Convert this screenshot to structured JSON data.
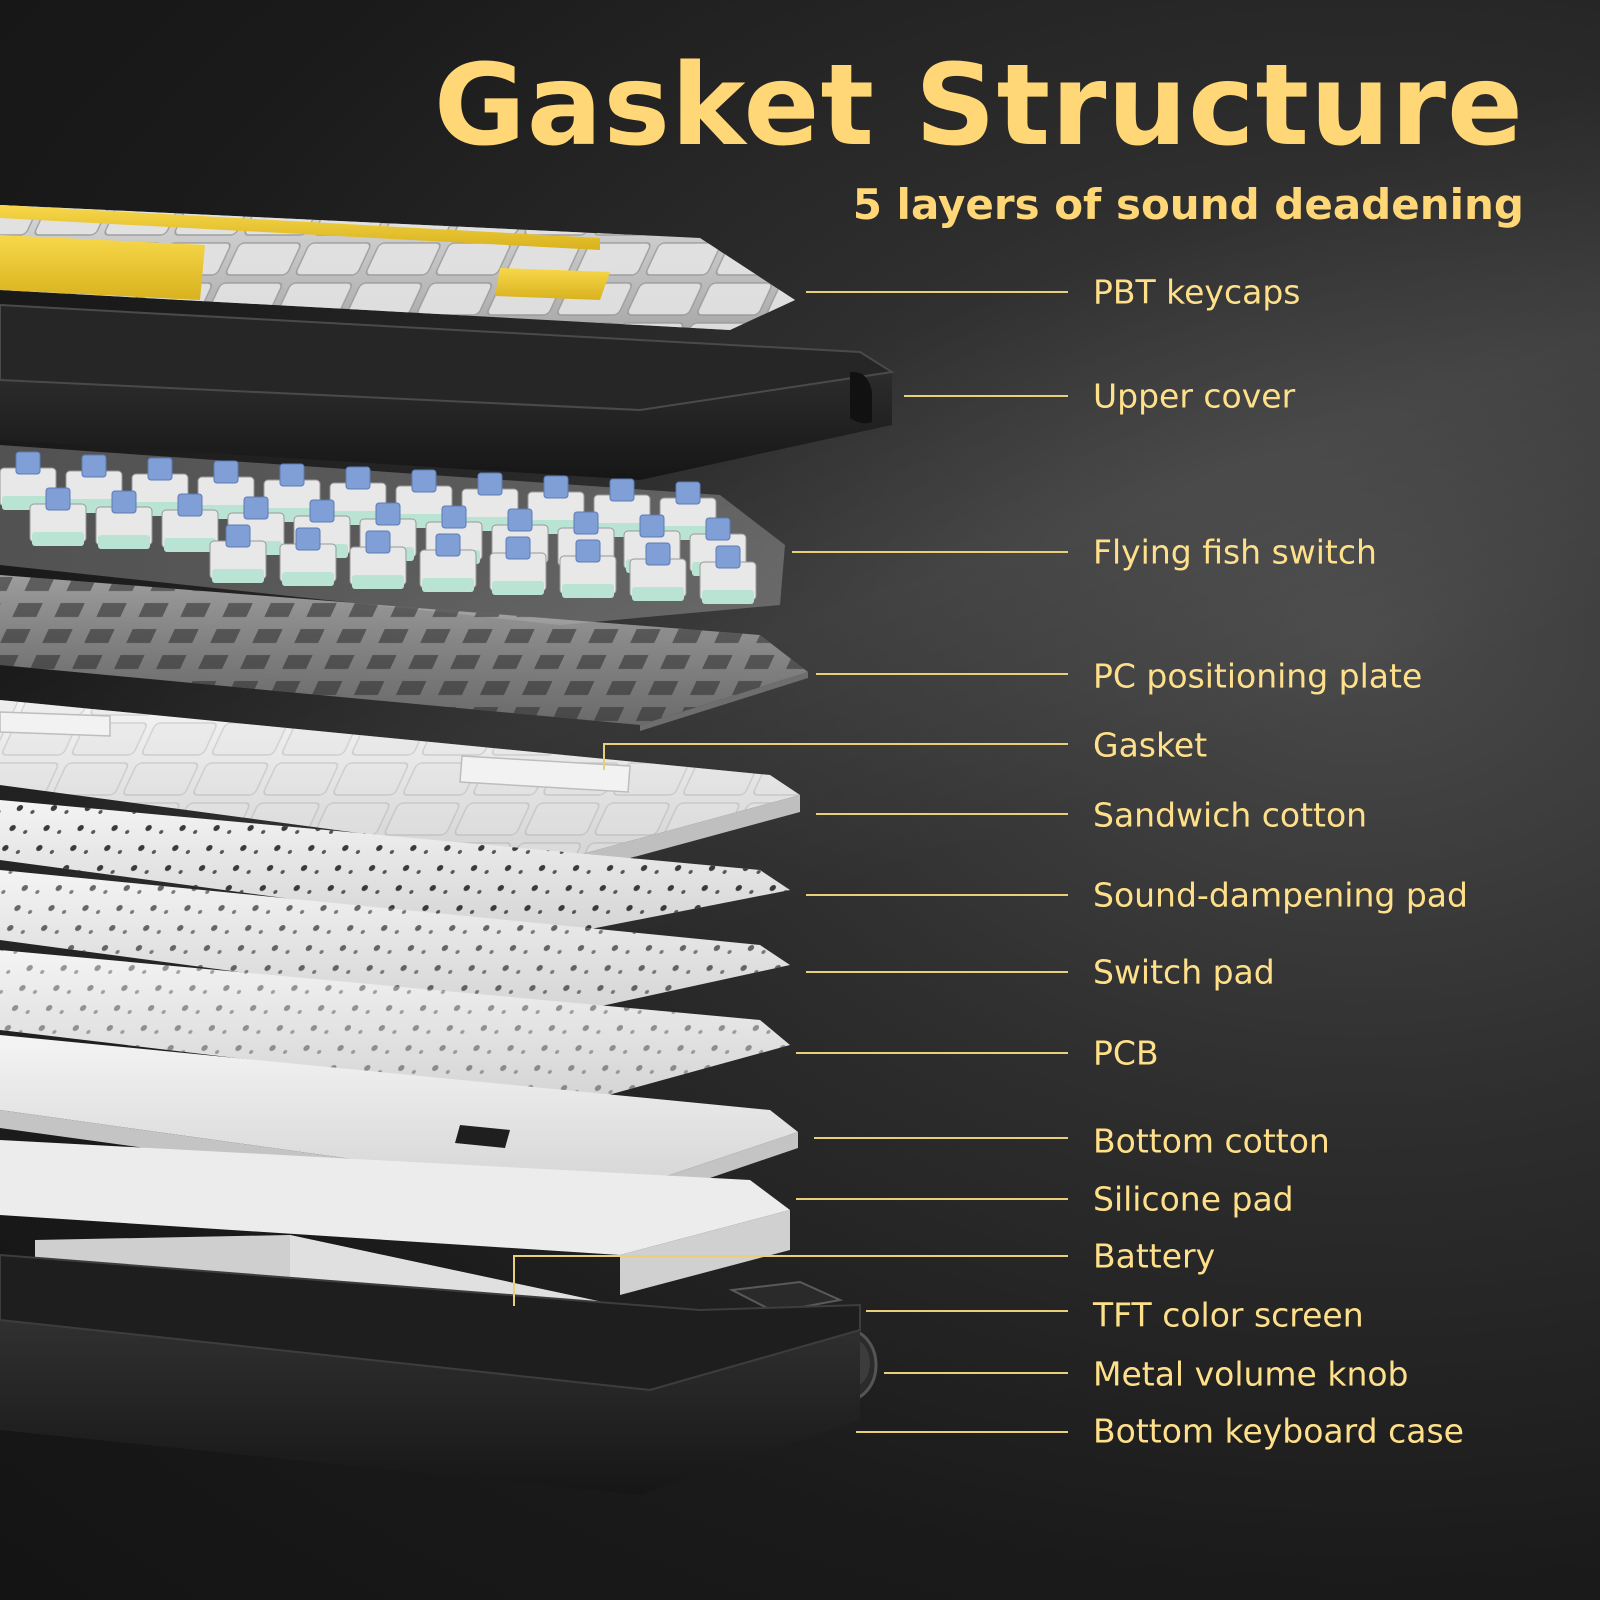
{
  "title": "Gasket Structure",
  "subtitle": "5 layers of sound deadening",
  "accent_color": "#ffd777",
  "layers": [
    {
      "label": "PBT keycaps"
    },
    {
      "label": "Upper cover"
    },
    {
      "label": "Flying fish switch"
    },
    {
      "label": "PC positioning plate"
    },
    {
      "label": "Gasket"
    },
    {
      "label": "Sandwich cotton"
    },
    {
      "label": "Sound-dampening pad"
    },
    {
      "label": "Switch pad"
    },
    {
      "label": "PCB"
    },
    {
      "label": "Bottom cotton"
    },
    {
      "label": "Silicone pad"
    },
    {
      "label": "Battery"
    },
    {
      "label": "TFT color screen"
    },
    {
      "label": "Metal volume knob"
    },
    {
      "label": "Bottom keyboard case"
    }
  ]
}
